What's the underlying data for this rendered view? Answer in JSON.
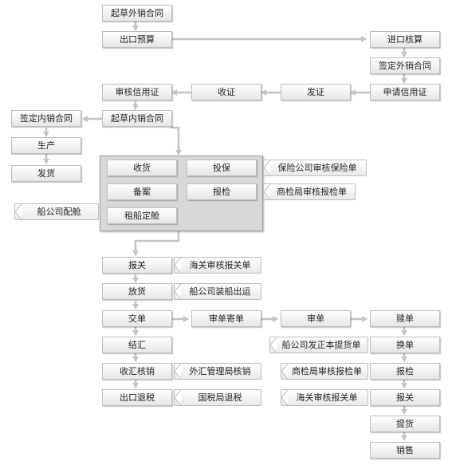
{
  "nodes": {
    "qicao_wai": "起草外销合同",
    "chukou_yusuan": "出口预算",
    "jinkou_hesuan": "进口核算",
    "qianding_wai": "签定外销合同",
    "shenqing_xyz": "申请信用证",
    "fazheng": "发证",
    "shouzheng": "收证",
    "shenhe_xyz": "审核信用证",
    "qicao_nei": "起草内销合同",
    "qianding_nei": "签定内销合同",
    "shengchan": "生产",
    "fahuo": "发货",
    "shouhuo": "收货",
    "toubao": "投保",
    "beian": "备案",
    "baojian": "报检",
    "zuchuan": "租船定舱",
    "baoxian_shenhe": "保险公司审核保险单",
    "shangjian_shenhe_1": "商检局审核报检单",
    "chuan_peicang": "船公司配舱",
    "baoguan": "报关",
    "haiguan_shenhe_1": "海关审核报关单",
    "fanghuo": "放货",
    "chuan_zhuangchuan": "船公司装船出运",
    "jiaodan": "交单",
    "shendan_jidan": "审单寄单",
    "shendan": "审单",
    "shudan": "赎单",
    "jiehui": "结汇",
    "chuan_tidan": "船公司发正本提货单",
    "huandan": "换单",
    "shouhui_hexiao": "收汇核销",
    "waihui_hexiao": "外汇管理局核销",
    "shangjian_shenhe_2": "商检局审核报检单",
    "baojian2": "报检",
    "chukou_tuishui": "出口退税",
    "guoshui_tuishui": "国税局退税",
    "haiguan_shenhe_2": "海关审核报关单",
    "baoguan2": "报关",
    "tihuo": "提货",
    "xiaoshou": "销售"
  },
  "colors": {
    "connector": "#c4c4c4",
    "group_bg": "#d8d8d8",
    "box_border": "#bdbdbd"
  }
}
